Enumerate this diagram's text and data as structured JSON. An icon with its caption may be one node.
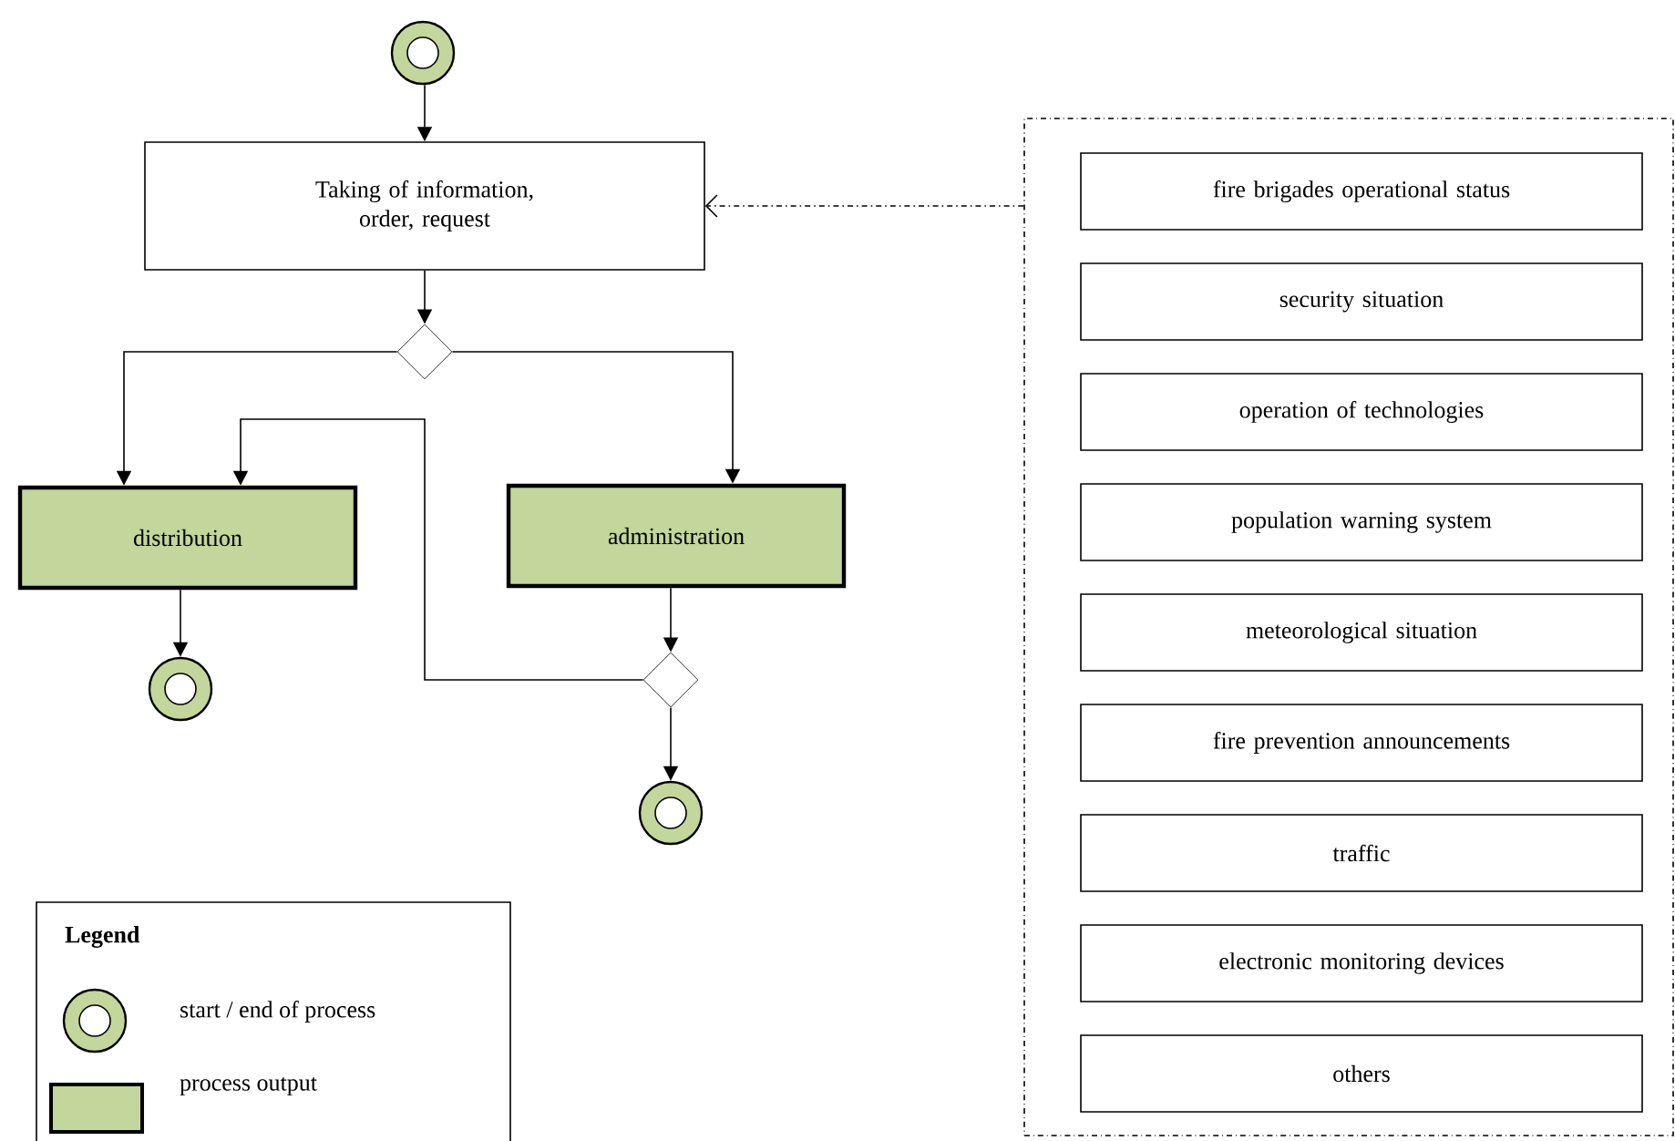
{
  "diagram": {
    "nodes": [
      {
        "text": [],
        "shape": "circle"
      },
      {
        "text": [
          "Taking of information, order, request"
        ]
      },
      {
        "text": [],
        "shape": "diamond"
      },
      {
        "text": [
          "distribution"
        ]
      },
      {
        "text": [
          "administration"
        ]
      },
      {
        "text": [],
        "shape": "circle"
      },
      {
        "text": [],
        "shape": "diamond"
      },
      {
        "text": [],
        "shape": "circle"
      },
      {
        "text": [],
        "shape": "box"
      },
      {
        "text": [
          "fire brigades operational status"
        ],
        "in": 8
      },
      {
        "text": [
          "security situation"
        ],
        "in": 8
      },
      {
        "text": [
          "operation of technologies"
        ],
        "in": 8
      },
      {
        "text": [
          "population warning system"
        ],
        "in": 8
      },
      {
        "text": [
          "meteorological situation"
        ],
        "in": 8
      },
      {
        "text": [
          "fire prevention announcements"
        ],
        "in": 8
      },
      {
        "text": [
          "traffic"
        ],
        "in": 8
      },
      {
        "text": [
          "electronic monitoring devices"
        ],
        "in": 8
      },
      {
        "text": [
          "others"
        ],
        "in": 8
      }
    ],
    "edges": [
      {
        "from": 0,
        "to": 1,
        "arrow": "to"
      },
      {
        "from": 1,
        "to": 2,
        "arrow": "to"
      },
      {
        "from": 2,
        "to": 3,
        "arrow": "to"
      },
      {
        "from": 2,
        "to": 4,
        "arrow": "to"
      },
      {
        "from": 3,
        "to": 5,
        "arrow": "to"
      },
      {
        "from": 4,
        "to": 6,
        "arrow": "to"
      },
      {
        "from": 6,
        "to": 3,
        "arrow": "to"
      },
      {
        "from": 6,
        "to": 7,
        "arrow": "to"
      },
      {
        "from": 8,
        "to": 1,
        "arrow": "to",
        "style": "dashed"
      }
    ],
    "labels": [
      "Legend"
    ],
    "legend": [
      {
        "text": "start / end  of process"
      },
      {
        "text": "process output",
        "color": "#c3d69b"
      }
    ]
  }
}
